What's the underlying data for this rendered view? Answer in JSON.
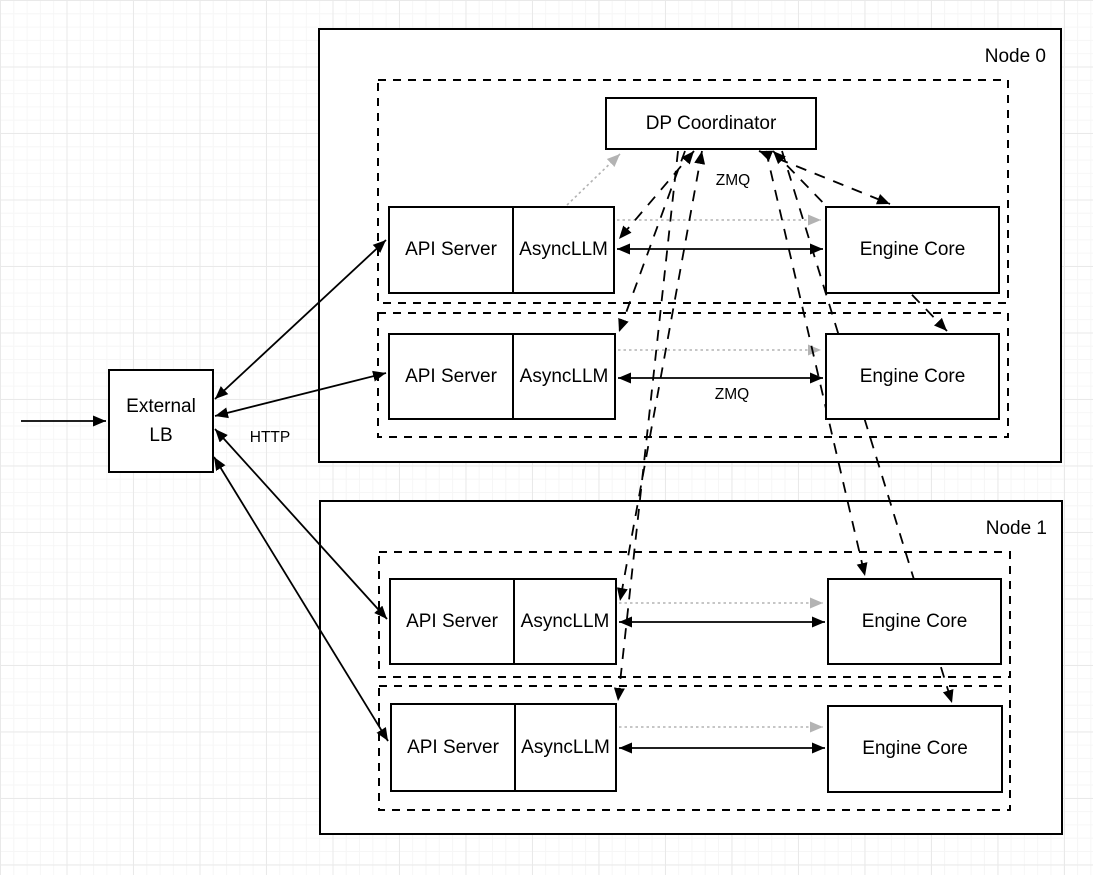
{
  "diagram_type": "architecture-diagram",
  "colors": {
    "line": "#000000",
    "gray_arrow": "#b3b3b3",
    "box_fill": "#ffffff",
    "box_border": "#000000",
    "grid_minor": "#f6f6f6",
    "grid_major": "#e9e9e9"
  },
  "external": {
    "lb_line1": "External",
    "lb_line2": "LB",
    "http_label": "HTTP"
  },
  "coordinator": {
    "label": "DP Coordinator",
    "zmq_label_top": "ZMQ",
    "zmq_label_mid": "ZMQ"
  },
  "nodes": [
    {
      "label": "Node 0",
      "ranks": [
        {
          "api_server": "API Server",
          "asyncllm": "AsyncLLM",
          "engine_core": "Engine Core"
        },
        {
          "api_server": "API Server",
          "asyncllm": "AsyncLLM",
          "engine_core": "Engine Core"
        }
      ]
    },
    {
      "label": "Node 1",
      "ranks": [
        {
          "api_server": "API Server",
          "asyncllm": "AsyncLLM",
          "engine_core": "Engine Core"
        },
        {
          "api_server": "API Server",
          "asyncllm": "AsyncLLM",
          "engine_core": "Engine Core"
        }
      ]
    }
  ],
  "edge_semantics": {
    "solid": "HTTP / ZMQ request path",
    "dashed": "DP Coordinator control channel (ZMQ)",
    "gray_dotted": "startup handshake"
  }
}
